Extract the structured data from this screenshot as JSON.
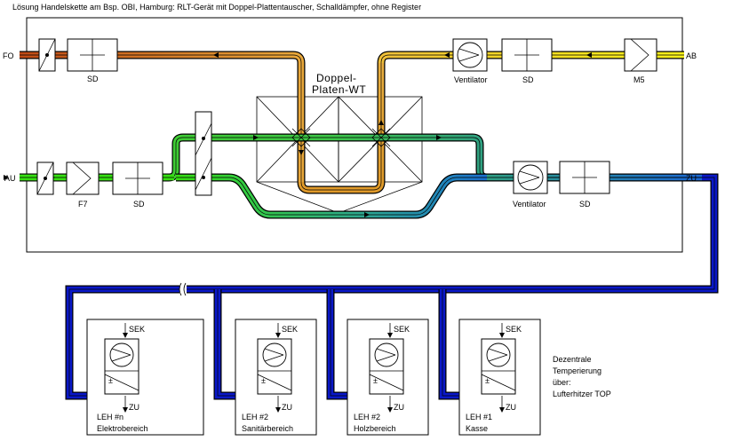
{
  "title": "Lösung Handelskette am Bsp. OBI, Hamburg: RLT-Gerät mit Doppel-Plattentauscher, Schalldämpfer, ohne Register",
  "ports": {
    "fo": "FO",
    "ab": "AB",
    "au": "AU",
    "zu": "ZU"
  },
  "components": {
    "sd_fo": "SD",
    "ventilator_ab": "Ventilator",
    "sd_ab": "SD",
    "filter_ab": "M5",
    "exchanger_line1": "Doppel-",
    "exchanger_line2": "Platen-WT",
    "filter_au": "F7",
    "sd_au": "SD",
    "ventilator_zu": "Ventilator",
    "sd_zu": "SD"
  },
  "units": [
    {
      "id": "LEH #n",
      "area": "Elektrobereich"
    },
    {
      "id": "LEH #2",
      "area": "Sanitärbereich"
    },
    {
      "id": "LEH #2",
      "area": "Holzbereich"
    },
    {
      "id": "LEH #1",
      "area": "Kasse"
    }
  ],
  "unit_labels": {
    "sek": "SEK",
    "zu": "ZU",
    "pm": "±"
  },
  "note": {
    "line1": "Dezentrale",
    "line2": "Temperierung",
    "line3": "über:",
    "line4": "Lufterhitzer TOP"
  },
  "colors": {
    "fo_duct": "#c15a1a",
    "ab_duct": "#f2e21a",
    "au_duct": "#35e016",
    "zu_duct": "#0a18c8",
    "exchanger_mix": "#e8a83a"
  }
}
